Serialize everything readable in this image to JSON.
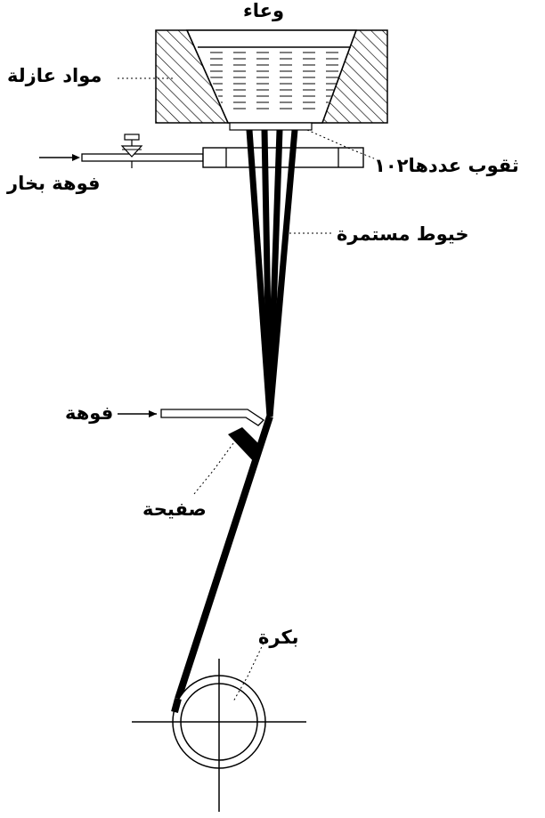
{
  "labels": {
    "vessel": "وعاء",
    "insulation": "مواد عازلة",
    "holes": "ثقوب عددها١٠٢",
    "steam_nozzle": "فوهة بخار",
    "filaments": "خيوط مستمرة",
    "nozzle": "فوهة",
    "plate": "صفيحة",
    "spool": "بكرة"
  }
}
